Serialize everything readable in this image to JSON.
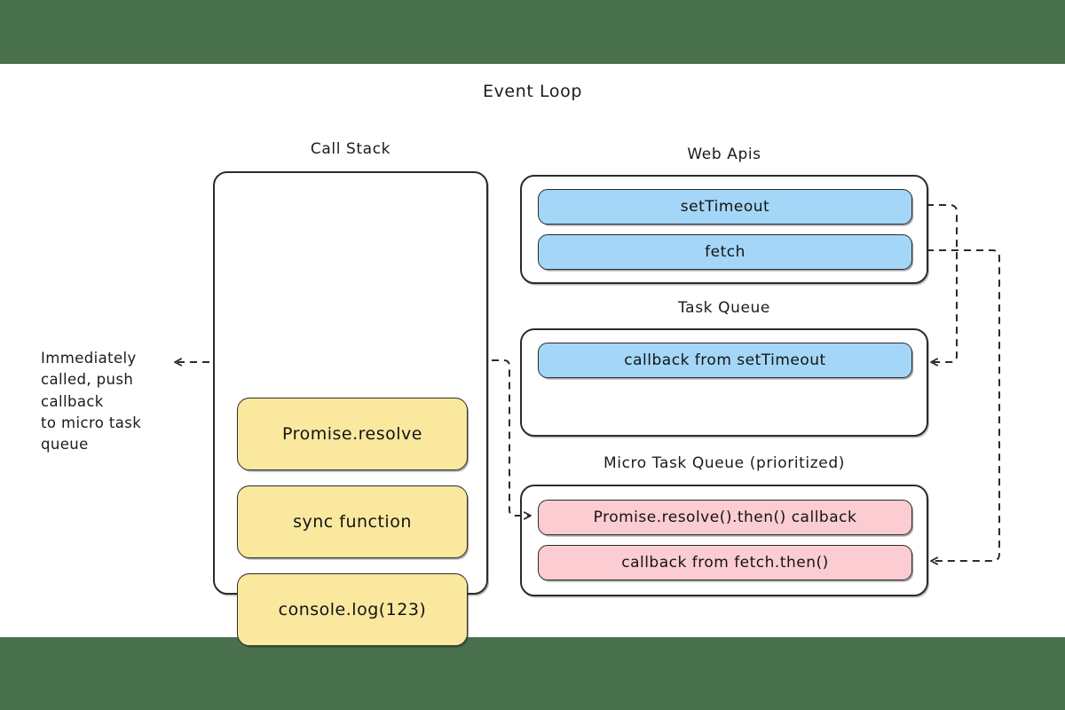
{
  "meta": {
    "title": "Event Loop",
    "background": "#ffffff",
    "letterbox_color": "#49704c"
  },
  "palette": {
    "blue": "#a3d6f7",
    "yellow": "#fae89f",
    "pink": "#fbccd1",
    "stroke": "#2b2b2b",
    "text": "#1b1b1b"
  },
  "call_stack": {
    "label": "Call Stack",
    "frames": [
      {
        "label": "Promise.resolve",
        "color": "yellow"
      },
      {
        "label": "sync function",
        "color": "yellow"
      },
      {
        "label": "console.log(123)",
        "color": "yellow"
      }
    ]
  },
  "web_apis": {
    "label": "Web Apis",
    "items": [
      {
        "label": "setTimeout",
        "color": "blue"
      },
      {
        "label": "fetch",
        "color": "blue"
      }
    ]
  },
  "task_queue": {
    "label": "Task Queue",
    "items": [
      {
        "label": "callback from setTimeout",
        "color": "blue"
      }
    ]
  },
  "micro_task_queue": {
    "label": "Micro Task Queue (prioritized)",
    "items": [
      {
        "label": "Promise.resolve().then() callback",
        "color": "pink"
      },
      {
        "label": "callback from fetch.then()",
        "color": "pink"
      }
    ]
  },
  "annotation": {
    "lines": [
      "Immediately",
      "called, push",
      "callback",
      "to micro task",
      "queue"
    ]
  },
  "arrows": [
    {
      "name": "promise-resolve-to-annotation",
      "from": "Promise.resolve",
      "to": "annotation",
      "style": "dashed"
    },
    {
      "name": "promise-resolve-to-microtask",
      "from": "Promise.resolve",
      "to": "Promise.resolve().then() callback",
      "style": "dashed"
    },
    {
      "name": "settimeout-to-task-queue",
      "from": "setTimeout",
      "to": "callback from setTimeout",
      "style": "dashed"
    },
    {
      "name": "fetch-to-microtask-queue",
      "from": "fetch",
      "to": "callback from fetch.then()",
      "style": "dashed"
    }
  ]
}
